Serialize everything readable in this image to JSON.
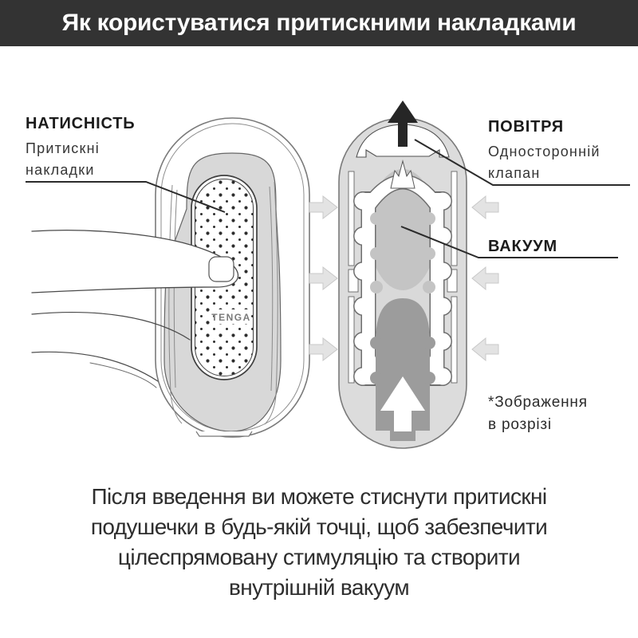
{
  "header": {
    "title": "Як користуватися притискними накладками",
    "bg_color": "#333333",
    "text_color": "#ffffff"
  },
  "labels": {
    "pressure": {
      "title": "НАТИСНІСТЬ",
      "subtitle": "Притискні\nнакладки"
    },
    "air": {
      "title": "ПОВІТРЯ",
      "subtitle": "Односторонній\nклапан"
    },
    "vacuum": {
      "title": "ВАКУУМ"
    },
    "note": "*Зображення\nв розрізі"
  },
  "diagram": {
    "tenga_logo": "TENGA",
    "icons": [
      "air-flow-up-arrow",
      "squeeze-arrow-right",
      "squeeze-arrow-left",
      "insertion-up-arrow"
    ],
    "colors": {
      "body_gray": "#d8d8d8",
      "cross_section_gray": "#dcdcdc",
      "vacuum_gray": "#c4c4c4",
      "channel_dark_gray": "#9c9c9c",
      "squeeze_arrow_gray": "#e3e3e3",
      "air_arrow_black": "#262626",
      "outline": "#6a6a6a"
    }
  },
  "footer": {
    "text": "Після введення ви можете стиснути притискні\nподушечки в будь-якій точці, щоб забезпечити\nцілеспрямовану стимуляцію та створити\nвнутрішній вакуум"
  }
}
